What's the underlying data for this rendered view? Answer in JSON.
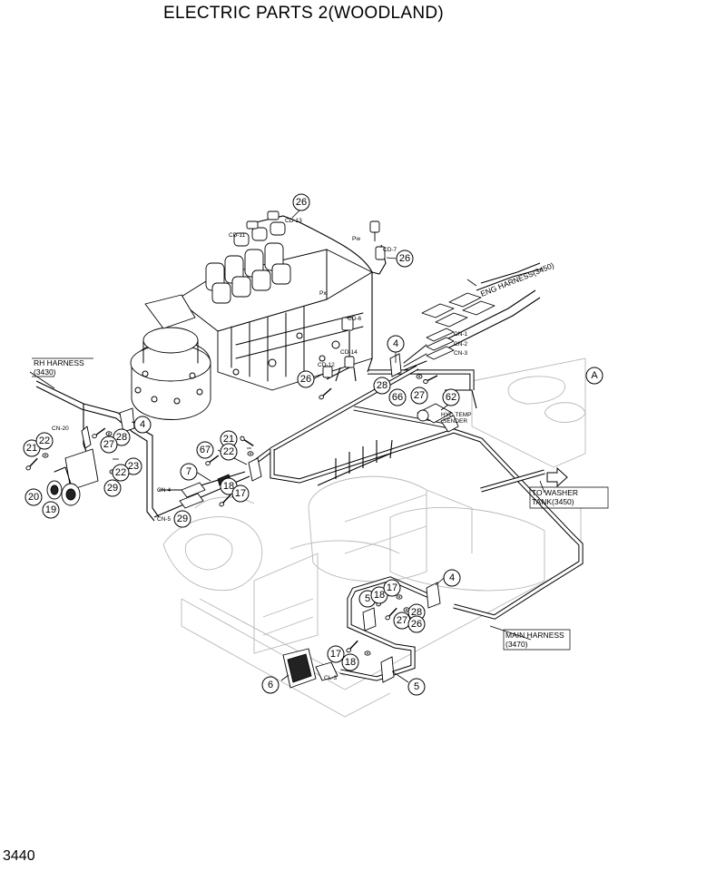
{
  "page": {
    "title": "ELECTRIC PARTS 2(WOODLAND)",
    "page_number": "3440"
  },
  "references": {
    "rh_harness": [
      "RH HARNESS",
      "(3430)"
    ],
    "eng_harness": "ENG HARNESS(3450)",
    "washer_tank": [
      "TO WASHER",
      "TANK(3450)"
    ],
    "main_harness": [
      "MAIN HARNESS",
      "(3470)"
    ],
    "hyd_temp_sender": [
      "HYD TEMP",
      "SENDER"
    ],
    "view_marker": "A"
  },
  "connector_labels": {
    "cd11": "CD-11",
    "cd13": "CD-13",
    "cd7": "CD-7",
    "cd6": "CD-6",
    "cd14": "CD-14",
    "cd12": "CD-12",
    "pw": "Pw",
    "px": "Px",
    "cn1": "CN-1",
    "cn2": "CN-2",
    "cn3": "CN-3",
    "cn20": "CN-20",
    "cn4": "CN-4",
    "cn5": "CN-5",
    "cl3": "CL-3"
  },
  "callouts": [
    "26",
    "26",
    "26",
    "4",
    "28",
    "27",
    "66",
    "62",
    "4",
    "28",
    "27",
    "21",
    "22",
    "23",
    "22",
    "29",
    "20",
    "19",
    "21",
    "22",
    "67",
    "7",
    "18",
    "17",
    "29",
    "4",
    "5",
    "18",
    "17",
    "28",
    "27",
    "26",
    "17",
    "18",
    "6",
    "5"
  ]
}
